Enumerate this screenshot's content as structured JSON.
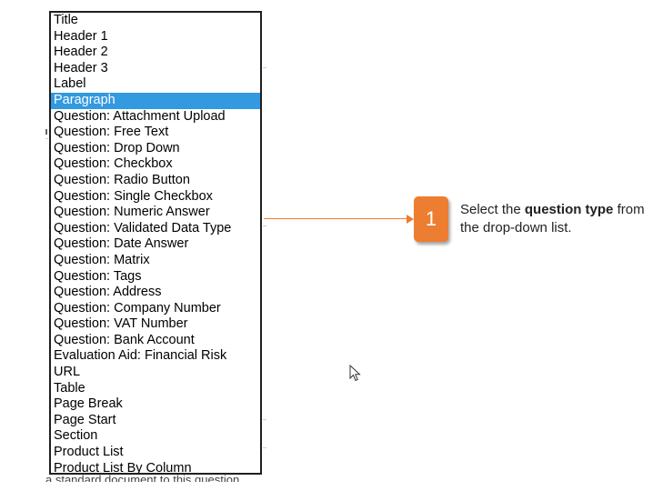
{
  "dropdown": {
    "options": [
      "Title",
      "Header 1",
      "Header 2",
      "Header 3",
      "Label",
      "Paragraph",
      "Question: Attachment Upload",
      "Question: Free Text",
      "Question: Drop Down",
      "Question: Checkbox",
      "Question: Radio Button",
      "Question: Single Checkbox",
      "Question: Numeric Answer",
      "Question: Validated Data Type",
      "Question: Date Answer",
      "Question: Matrix",
      "Question: Tags",
      "Question: Address",
      "Question: Company Number",
      "Question: VAT Number",
      "Question: Bank Account",
      "Evaluation Aid: Financial Risk",
      "URL",
      "Table",
      "Page Break",
      "Page Start",
      "Section",
      "Product List",
      "Product List By Column"
    ],
    "selected": "Paragraph"
  },
  "callout": {
    "step_number": "1",
    "text_before": "Select the ",
    "text_bold": "question type",
    "text_after": " from the drop-down list."
  },
  "background": {
    "partial_text": "a standard document to this question"
  },
  "colors": {
    "selection": "#3399e0",
    "accent": "#ed7d31"
  },
  "icons": {
    "cursor": "mouse-pointer-arrow"
  }
}
